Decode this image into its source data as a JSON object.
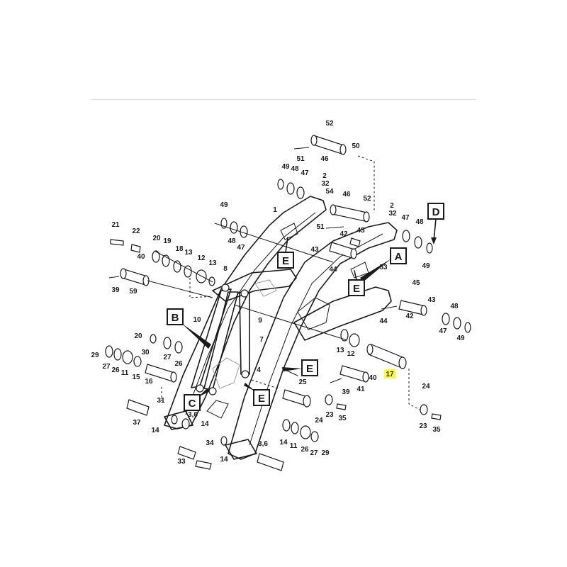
{
  "colors": {
    "background": "#ffffff",
    "line": "#1a1a1a",
    "top_rule": "#d7e3ee",
    "highlight": "#ffff33"
  },
  "highlighted_callout": "17",
  "callouts": [
    {
      "id": "c-52a",
      "text": "52"
    },
    {
      "id": "c-51a",
      "text": "51"
    },
    {
      "id": "c-46a",
      "text": "46"
    },
    {
      "id": "c-50",
      "text": "50"
    },
    {
      "id": "c-49a",
      "text": "49"
    },
    {
      "id": "c-48a",
      "text": "48"
    },
    {
      "id": "c-47a",
      "text": "47"
    },
    {
      "id": "c-2a",
      "text": "2"
    },
    {
      "id": "c-32a",
      "text": "32"
    },
    {
      "id": "c-54",
      "text": "54"
    },
    {
      "id": "c-46b",
      "text": "46"
    },
    {
      "id": "c-52b",
      "text": "52"
    },
    {
      "id": "c-2b",
      "text": "2"
    },
    {
      "id": "c-32b",
      "text": "32"
    },
    {
      "id": "c-1",
      "text": "1"
    },
    {
      "id": "c-49b",
      "text": "49"
    },
    {
      "id": "c-48b",
      "text": "48"
    },
    {
      "id": "c-47b",
      "text": "47"
    },
    {
      "id": "c-51b",
      "text": "51"
    },
    {
      "id": "c-42a",
      "text": "42"
    },
    {
      "id": "c-45a",
      "text": "45"
    },
    {
      "id": "c-43a",
      "text": "43"
    },
    {
      "id": "c-44a",
      "text": "44"
    },
    {
      "id": "c-53",
      "text": "53"
    },
    {
      "id": "c-47c",
      "text": "47"
    },
    {
      "id": "c-48c",
      "text": "48"
    },
    {
      "id": "c-49c",
      "text": "49"
    },
    {
      "id": "c-21",
      "text": "21"
    },
    {
      "id": "c-22",
      "text": "22"
    },
    {
      "id": "c-20a",
      "text": "20"
    },
    {
      "id": "c-19",
      "text": "19"
    },
    {
      "id": "c-18",
      "text": "18"
    },
    {
      "id": "c-13a",
      "text": "13"
    },
    {
      "id": "c-12a",
      "text": "12"
    },
    {
      "id": "c-13b",
      "text": "13"
    },
    {
      "id": "c-40a",
      "text": "40"
    },
    {
      "id": "c-39a",
      "text": "39"
    },
    {
      "id": "c-59",
      "text": "59"
    },
    {
      "id": "c-8",
      "text": "8"
    },
    {
      "id": "c-45b",
      "text": "45"
    },
    {
      "id": "c-43b",
      "text": "43"
    },
    {
      "id": "c-44b",
      "text": "44"
    },
    {
      "id": "c-42b",
      "text": "42"
    },
    {
      "id": "c-48d",
      "text": "48"
    },
    {
      "id": "c-47d",
      "text": "47"
    },
    {
      "id": "c-49d",
      "text": "49"
    },
    {
      "id": "c-10",
      "text": "10"
    },
    {
      "id": "c-9",
      "text": "9"
    },
    {
      "id": "c-7",
      "text": "7"
    },
    {
      "id": "c-20b",
      "text": "20"
    },
    {
      "id": "c-29",
      "text": "29"
    },
    {
      "id": "c-30",
      "text": "30"
    },
    {
      "id": "c-27a",
      "text": "27"
    },
    {
      "id": "c-26a",
      "text": "26"
    },
    {
      "id": "c-11a",
      "text": "11"
    },
    {
      "id": "c-15",
      "text": "15"
    },
    {
      "id": "c-16",
      "text": "16"
    },
    {
      "id": "c-27b",
      "text": "27"
    },
    {
      "id": "c-26b",
      "text": "26"
    },
    {
      "id": "c-13c",
      "text": "13"
    },
    {
      "id": "c-12b",
      "text": "12"
    },
    {
      "id": "c-4",
      "text": "4"
    },
    {
      "id": "c-40b",
      "text": "40"
    },
    {
      "id": "c-39b",
      "text": "39"
    },
    {
      "id": "c-41",
      "text": "41"
    },
    {
      "id": "c-17",
      "text": "17"
    },
    {
      "id": "c-24a",
      "text": "24"
    },
    {
      "id": "c-31",
      "text": "31"
    },
    {
      "id": "c-25",
      "text": "25"
    },
    {
      "id": "c-23a",
      "text": "23"
    },
    {
      "id": "c-35a",
      "text": "35"
    },
    {
      "id": "c-24b",
      "text": "24"
    },
    {
      "id": "c-23b",
      "text": "23"
    },
    {
      "id": "c-35b",
      "text": "35"
    },
    {
      "id": "c-37",
      "text": "37"
    },
    {
      "id": "c-3-6a",
      "text": "3,6"
    },
    {
      "id": "c-14a",
      "text": "14"
    },
    {
      "id": "c-14b",
      "text": "14"
    },
    {
      "id": "c-14c",
      "text": "14"
    },
    {
      "id": "c-11b",
      "text": "11"
    },
    {
      "id": "c-26c",
      "text": "26"
    },
    {
      "id": "c-27c",
      "text": "27"
    },
    {
      "id": "c-29b",
      "text": "29"
    },
    {
      "id": "c-34",
      "text": "34"
    },
    {
      "id": "c-33",
      "text": "33"
    },
    {
      "id": "c-14d",
      "text": "14"
    },
    {
      "id": "c-3-6b",
      "text": "3,6"
    }
  ],
  "references": [
    {
      "id": "ref-D",
      "text": "D"
    },
    {
      "id": "ref-A",
      "text": "A"
    },
    {
      "id": "ref-E1",
      "text": "E"
    },
    {
      "id": "ref-E2",
      "text": "E"
    },
    {
      "id": "ref-B",
      "text": "B"
    },
    {
      "id": "ref-E3",
      "text": "E"
    },
    {
      "id": "ref-C",
      "text": "C"
    },
    {
      "id": "ref-E4",
      "text": "E"
    }
  ]
}
